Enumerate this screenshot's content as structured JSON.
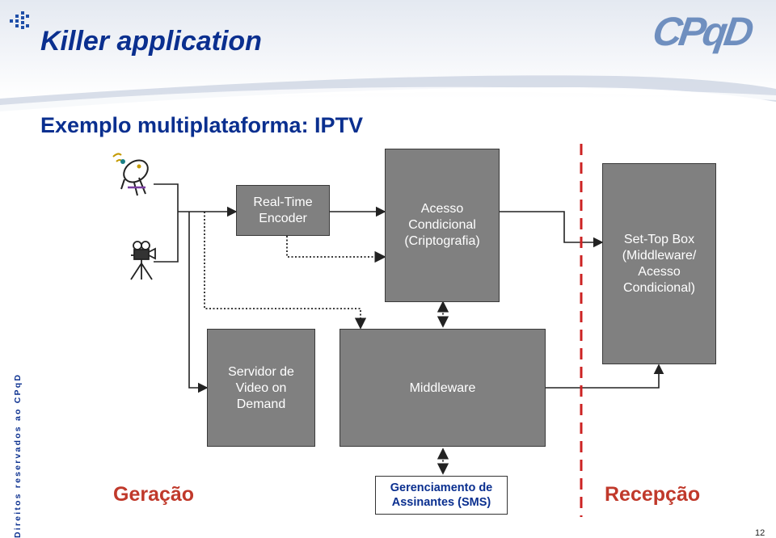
{
  "slide": {
    "title": "Killer application",
    "subtitle": "Exemplo multiplataforma:  IPTV",
    "logo_text": "CPqD",
    "vertical_note": "Direitos reservados ao CPqD",
    "page_number": "12"
  },
  "diagram": {
    "encoder": [
      "Real-Time",
      "Encoder"
    ],
    "conditional_access": [
      "Acesso",
      "Condicional",
      "(Criptografia)"
    ],
    "set_top_box": [
      "Set-Top Box",
      "(Middleware/",
      "Acesso",
      "Condicional)"
    ],
    "vod_server": [
      "Servidor de",
      "Video on",
      "Demand"
    ],
    "middleware": "Middleware",
    "sms": [
      "Gerenciamento de",
      "Assinantes (SMS)"
    ],
    "label_generation": "Geração",
    "label_reception": "Recepção"
  },
  "icons": [
    "satellite-dish-icon",
    "video-camera-icon",
    "dots-logo-icon"
  ],
  "colors": {
    "title_blue": "#0a2f8f",
    "box_gray": "#808080",
    "label_red": "#c0392b",
    "divider_red": "#cc2222"
  }
}
